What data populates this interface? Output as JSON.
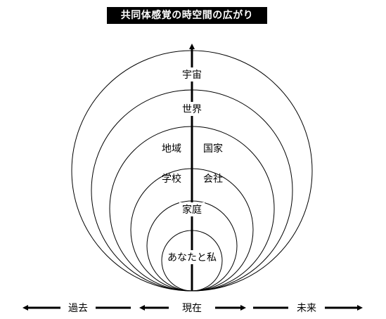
{
  "title": "共同体感覚の時空間の広がり",
  "circles": [
    {
      "label": "宇宙"
    },
    {
      "label": "世界"
    },
    {
      "label_left": "地域",
      "label_right": "国家"
    },
    {
      "label_left": "学校",
      "label_right": "会社"
    },
    {
      "label": "家庭"
    },
    {
      "label": "あなたと私"
    }
  ],
  "timeline": {
    "past": "過去",
    "present": "現在",
    "future": "未来"
  }
}
